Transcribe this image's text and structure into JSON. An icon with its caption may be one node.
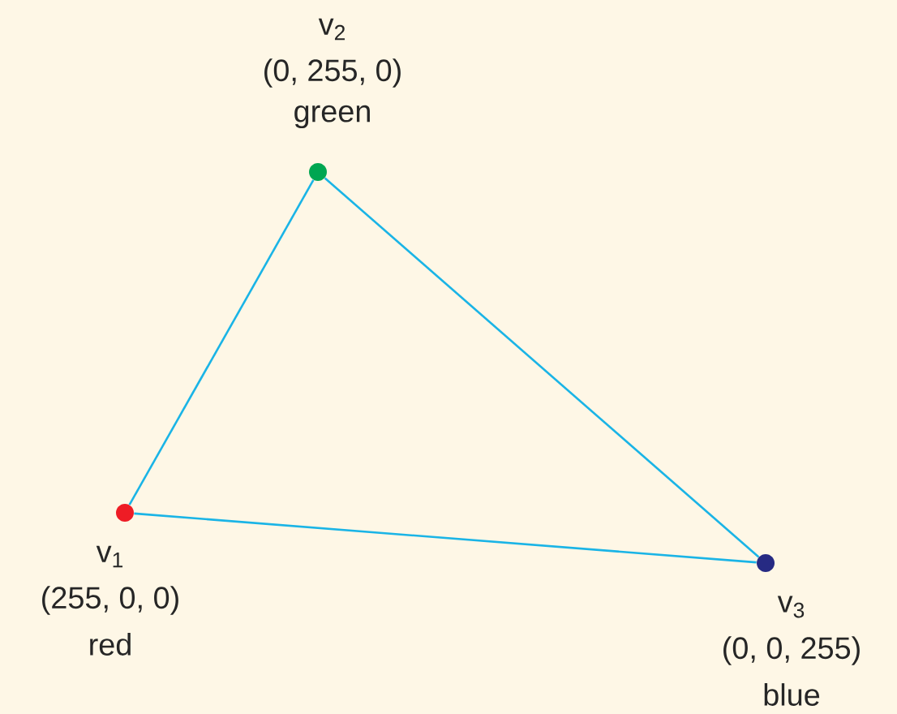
{
  "diagram": {
    "nodes": [
      {
        "text": [],
        "shape": "circle",
        "beside": [
          "v$_{1}$",
          "(255, 0, 0)",
          "red"
        ]
      },
      {
        "text": [],
        "shape": "circle",
        "beside": [
          "v$_{2}$",
          "(0, 255, 0)",
          "green"
        ]
      },
      {
        "text": [],
        "shape": "circle",
        "beside": [
          "v$_{3}$",
          "(0, 0, 255)",
          "blue"
        ]
      }
    ],
    "edges": [
      {
        "from": 0,
        "to": 1,
        "arrow": "none"
      },
      {
        "from": 1,
        "to": 2,
        "arrow": "none"
      },
      {
        "from": 2,
        "to": 0,
        "arrow": "none"
      }
    ]
  }
}
